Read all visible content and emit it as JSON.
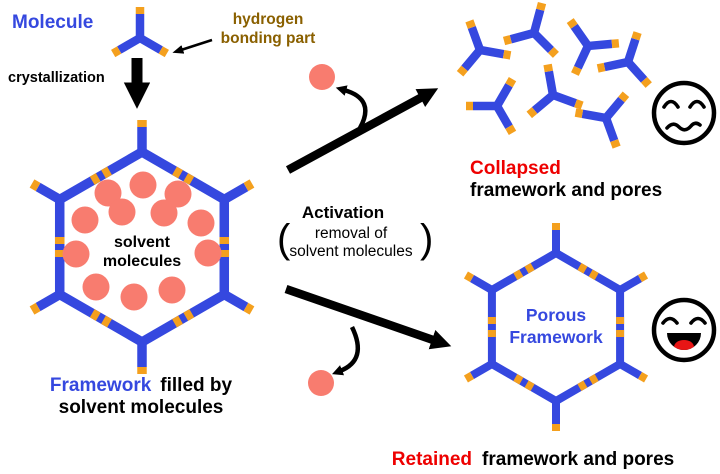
{
  "colors": {
    "framework_blue": "#3548df",
    "bond_orange": "#f4a01e",
    "solvent_coral": "#f87c6f",
    "emphasis_red": "#ee0000",
    "label_brown": "#8a6000",
    "tongue_red": "#e81515"
  },
  "top_left": {
    "molecule_label": "Molecule",
    "hydrogen_label_line1": "hydrogen",
    "hydrogen_label_line2": "bonding part",
    "crystallization_label": "crystallization"
  },
  "filled_framework": {
    "solvent_line1": "solvent",
    "solvent_line2": "molecules",
    "caption_blue": "Framework",
    "caption_rest": "filled by",
    "caption_line2": "solvent molecules"
  },
  "activation": {
    "title": "Activation",
    "sub_line1": "removal of",
    "sub_line2": "solvent molecules",
    "paren_open": "(",
    "paren_close": ")"
  },
  "collapsed": {
    "title": "Collapsed",
    "subtitle": "framework and pores"
  },
  "retained": {
    "porous_line1": "Porous",
    "porous_line2": "Framework",
    "title": "Retained",
    "subtitle": "framework and pores"
  }
}
